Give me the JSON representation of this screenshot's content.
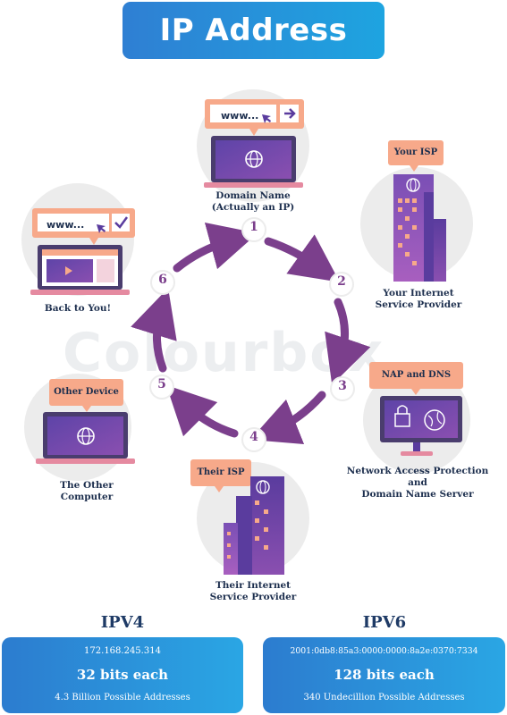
{
  "title": "IP Address",
  "watermark": "Colourbox",
  "steps": {
    "n1": "1",
    "n2": "2",
    "n3": "3",
    "n4": "4",
    "n5": "5",
    "n6": "6"
  },
  "browser_text": "www...",
  "labels": {
    "domain_name_1": "Domain Name",
    "domain_name_2": "(Actually an IP)",
    "your_isp_tag": "Your ISP",
    "your_isp_1": "Your Internet",
    "your_isp_2": "Service Provider",
    "nap_tag": "NAP and DNS",
    "nap_1": "Network Access Protection",
    "nap_2": "and",
    "nap_3": "Domain Name Server",
    "their_isp_tag": "Their ISP",
    "their_isp_1": "Their Internet",
    "their_isp_2": "Service Provider",
    "other_tag": "Other Device",
    "other_1": "The Other",
    "other_2": "Computer",
    "back_1": "Back to You!"
  },
  "ipv4": {
    "heading": "IPV4",
    "address": "172.168.245.314",
    "bits": "32 bits each",
    "possible": "4.3 Billion Possible Addresses"
  },
  "ipv6": {
    "heading": "IPV6",
    "address": "2001:0db8:85a3:0000:0000:8a2e:0370:7334",
    "bits": "128 bits each",
    "possible": "340 Undecillion Possible Addresses"
  },
  "colors": {
    "purple": "#7b3f8c",
    "accent_blue": "#2a8fd8",
    "peach": "#f7a98a",
    "screen": "#6a3f9c",
    "grey_circle": "#ececec"
  }
}
